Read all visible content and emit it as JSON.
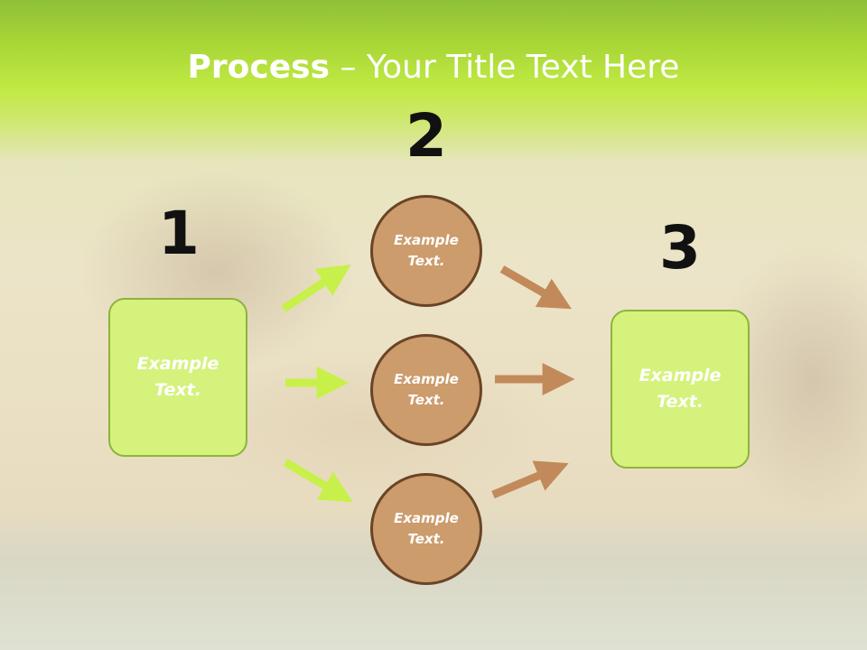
{
  "title": {
    "strong": "Process",
    "rest": " – Your Title Text Here"
  },
  "steps": [
    {
      "number": "1",
      "text": "Example Text."
    },
    {
      "number": "2",
      "circles": [
        "Example Text.",
        "Example Text.",
        "Example Text."
      ]
    },
    {
      "number": "3",
      "text": "Example Text."
    }
  ],
  "colors": {
    "green_box": "#d4f27c",
    "green_arrow": "#c8f04a",
    "brown_circle": "#cc9c6c",
    "brown_arrow": "#c28a5a",
    "circle_border": "#6a4426"
  }
}
